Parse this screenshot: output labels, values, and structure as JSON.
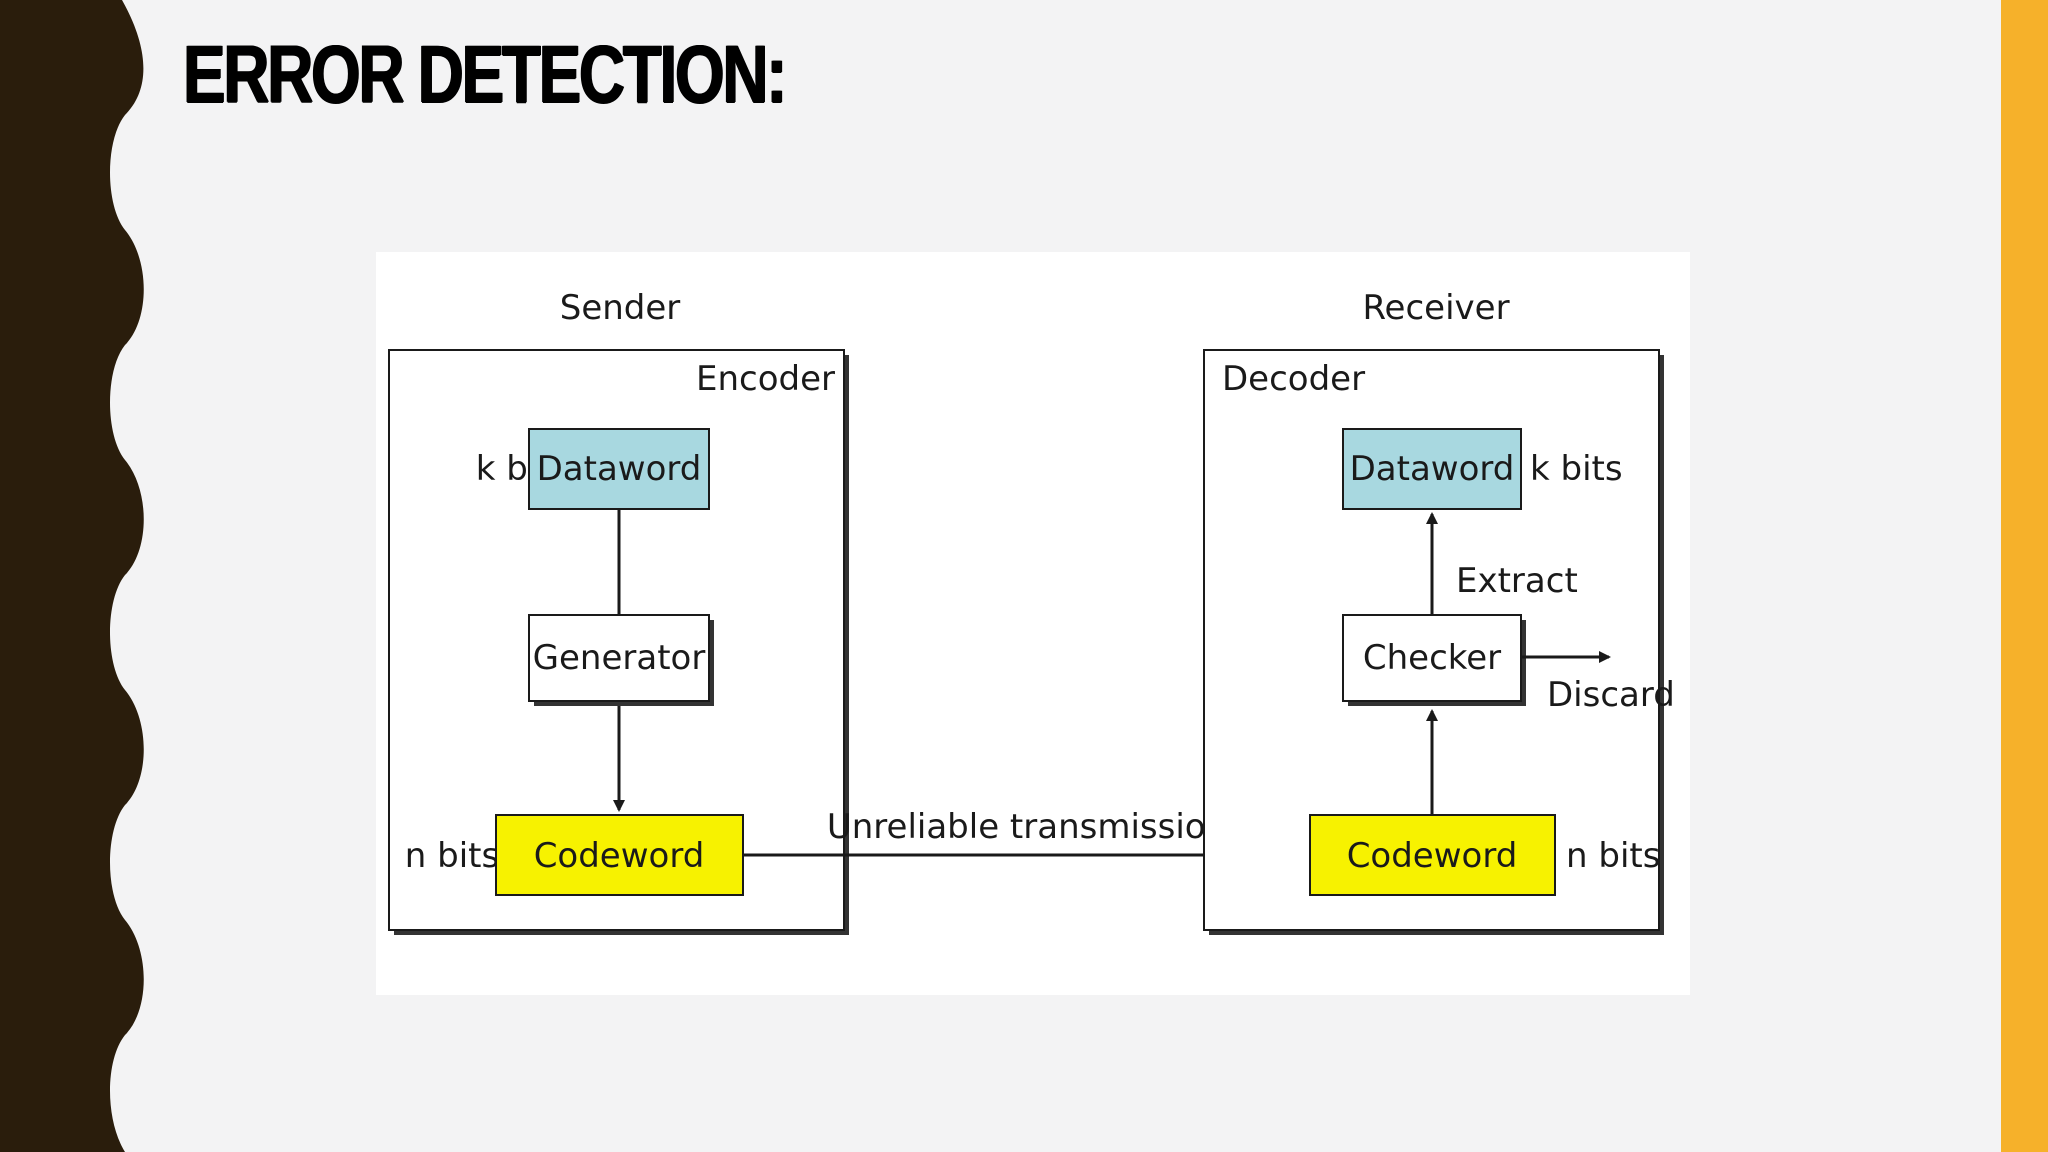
{
  "slide": {
    "title": "ERROR DETECTION:"
  },
  "diagram": {
    "sender": {
      "label": "Sender",
      "encoder_label": "Encoder",
      "dataword": {
        "text": "Dataword",
        "size_label": "k bits"
      },
      "generator": {
        "text": "Generator"
      },
      "codeword": {
        "text": "Codeword",
        "size_label": "n bits"
      }
    },
    "channel": {
      "label": "Unreliable transmission"
    },
    "receiver": {
      "label": "Receiver",
      "decoder_label": "Decoder",
      "dataword": {
        "text": "Dataword",
        "size_label": "k bits"
      },
      "extract_label": "Extract",
      "checker": {
        "text": "Checker"
      },
      "discard_label": "Discard",
      "codeword": {
        "text": "Codeword",
        "size_label": "n bits"
      }
    }
  },
  "colors": {
    "left_band": "#2a1d0c",
    "right_bar": "#f6b12a",
    "slide_bg": "#f3f3f4",
    "dataword_fill": "#a8d8e0",
    "codeword_fill": "#f7f200",
    "box_shadow": "#333333"
  }
}
